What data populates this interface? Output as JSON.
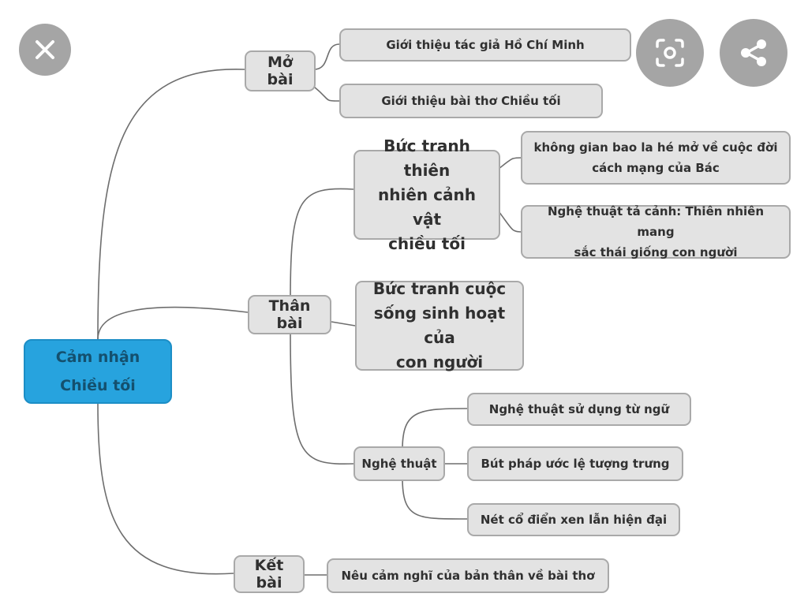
{
  "mindmap": {
    "root": {
      "label": "Cảm nhận\nChiều tối"
    },
    "mo_bai": {
      "label": "Mở bài",
      "children": [
        "Giới thiệu tác giả Hồ Chí Minh",
        "Giới thiệu bài thơ Chiều tối"
      ]
    },
    "than_bai": {
      "label": "Thân bài",
      "thien_nhien": {
        "label": "Bức tranh thiên\nnhiên cảnh vật\nchiều tối",
        "children": [
          "không gian bao la hé mở về cuộc đời\ncách mạng của Bác",
          "Nghệ thuật tả cảnh: Thiên nhiên mang\nsắc thái giống con người"
        ]
      },
      "cuoc_song": {
        "label": "Bức tranh cuộc\nsống sinh hoạt của\ncon người"
      },
      "nghe_thuat": {
        "label": "Nghệ thuật",
        "children": [
          "Nghệ thuật sử dụng từ ngữ",
          "Bút pháp ước lệ tượng trưng",
          "Nét cổ điển xen lẫn hiện đại"
        ]
      }
    },
    "ket_bai": {
      "label": "Kết bài",
      "children": [
        "Nêu cảm nghĩ của bản thân về bài thơ"
      ]
    }
  },
  "overlay": {
    "close_icon": "close-icon",
    "lens_icon": "lens-icon",
    "share_icon": "share-icon",
    "button_color": "#a5a5a5",
    "root_color": "#27a3de"
  }
}
